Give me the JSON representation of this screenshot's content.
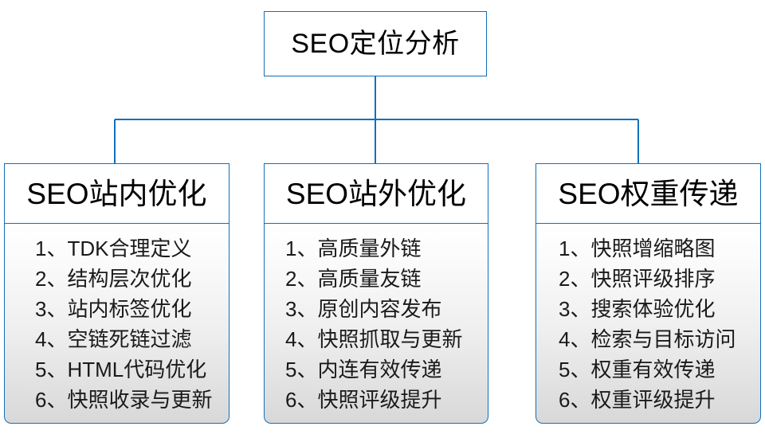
{
  "diagram": {
    "type": "tree-hierarchy",
    "root": {
      "label": "SEO定位分析"
    },
    "branches": [
      {
        "header": "SEO站内优化",
        "items": [
          "1、TDK合理定义",
          "2、结构层次优化",
          "3、站内标签优化",
          "4、空链死链过滤",
          "5、HTML代码优化",
          "6、快照收录与更新"
        ]
      },
      {
        "header": "SEO站外优化",
        "items": [
          "1、高质量外链",
          "2、高质量友链",
          "3、原创内容发布",
          "4、快照抓取与更新",
          "5、内连有效传递",
          "6、快照评级提升"
        ]
      },
      {
        "header": "SEO权重传递",
        "items": [
          "1、快照增缩略图",
          "2、快照评级排序",
          "3、搜索体验优化",
          "4、检索与目标访问",
          "5、权重有效传递",
          "6、权重评级提升"
        ]
      }
    ],
    "colors": {
      "border": "#1070bd",
      "connector": "#1070bd",
      "root_fill": "#ffffff",
      "header_fill": "#ffffff",
      "body_fill_top": "#ffffff",
      "body_fill_bottom": "#d8d8d8",
      "text": "#000000",
      "background": "#ffffff"
    }
  }
}
